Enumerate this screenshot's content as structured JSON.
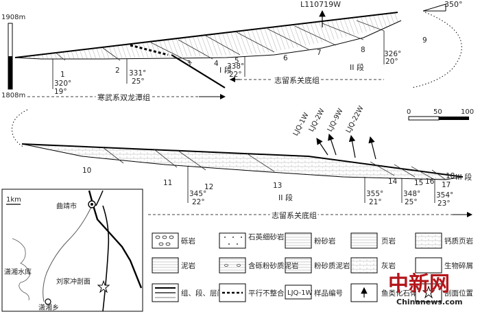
{
  "top_profile": {
    "elev_top": "1908m",
    "elev_bottom": "1808m",
    "north": "350°",
    "sample_top": "L110719W",
    "units": [
      "1",
      "2",
      "3",
      "4",
      "5",
      "6",
      "7",
      "8",
      "9"
    ],
    "dips": [
      {
        "strike": "320°",
        "dip": "19°"
      },
      {
        "strike": "331°",
        "dip": "25°"
      },
      {
        "strike": "338°",
        "dip": "22°"
      },
      {
        "strike": "326°",
        "dip": "20°"
      }
    ],
    "seg_1": "I 段",
    "seg_2": "II 段",
    "formation_left": "寒武系双龙潭组",
    "formation_right": "志留系关底组"
  },
  "scale_bar": {
    "labels": [
      "0",
      "50",
      "100"
    ]
  },
  "bottom_profile": {
    "samples": [
      "LJQ-1W",
      "LJQ-2W",
      "LJQ-9W",
      "LJQ-22W"
    ],
    "units": [
      "10",
      "11",
      "12",
      "13",
      "14",
      "15",
      "16",
      "17",
      "18"
    ],
    "dips": [
      {
        "strike": "345°",
        "dip": "22°"
      },
      {
        "strike": "355°",
        "dip": "21°"
      },
      {
        "strike": "348°",
        "dip": "25°"
      },
      {
        "strike": "354°",
        "dip": "23°"
      }
    ],
    "seg_2": "II 段",
    "seg_3": "III 段",
    "formation": "志留系关底组"
  },
  "map": {
    "scale": "1km",
    "city": "曲靖市",
    "reservoir": "潇湘水库",
    "section": "刘家冲剖面",
    "town": "潇湘乡"
  },
  "legend": [
    {
      "id": "conglomerate",
      "label": "砾岩"
    },
    {
      "id": "quartz_fine_sandstone",
      "label": "石英细砂岩"
    },
    {
      "id": "siltstone",
      "label": "粉砂岩"
    },
    {
      "id": "shale",
      "label": "页岩"
    },
    {
      "id": "calcareous_shale",
      "label": "钙质页岩"
    },
    {
      "id": "mudstone",
      "label": "泥岩"
    },
    {
      "id": "pebbly_silty_mudstone",
      "label": "含砾粉砂质泥岩"
    },
    {
      "id": "silty_mudstone",
      "label": "粉砂质泥岩"
    },
    {
      "id": "limestone",
      "label": "灰岩"
    },
    {
      "id": "fossil",
      "label": "生物碎屑"
    },
    {
      "id": "boundary",
      "label": "组、段、层间界线"
    },
    {
      "id": "parallel_unconformity",
      "label": "平行不整合"
    },
    {
      "id": "sample",
      "label": "样品编号",
      "box": "LJQ-1W"
    },
    {
      "id": "fish",
      "label": "鱼类化石体"
    },
    {
      "id": "section_pos",
      "label": "剖面位置"
    }
  ],
  "watermark": {
    "cn": "中新网",
    "en": "Chinanews.com"
  }
}
